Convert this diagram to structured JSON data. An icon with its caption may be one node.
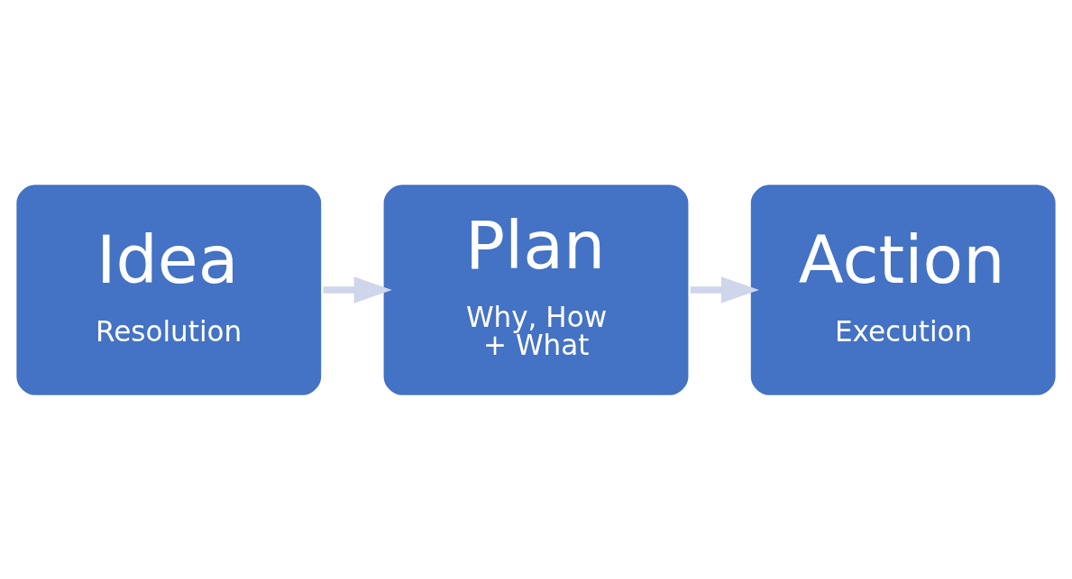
{
  "diagram": {
    "nodes": [
      {
        "text": [
          "Idea",
          "Resolution"
        ]
      },
      {
        "text": [
          "Plan",
          "Why, How + What"
        ]
      },
      {
        "text": [
          "Action",
          "Execution"
        ]
      }
    ],
    "edges": [
      {
        "from": 0,
        "to": 1,
        "arrow": "to",
        "color": "#cfd5ea"
      },
      {
        "from": 1,
        "to": 2,
        "arrow": "to",
        "color": "#cfd5ea"
      }
    ]
  }
}
